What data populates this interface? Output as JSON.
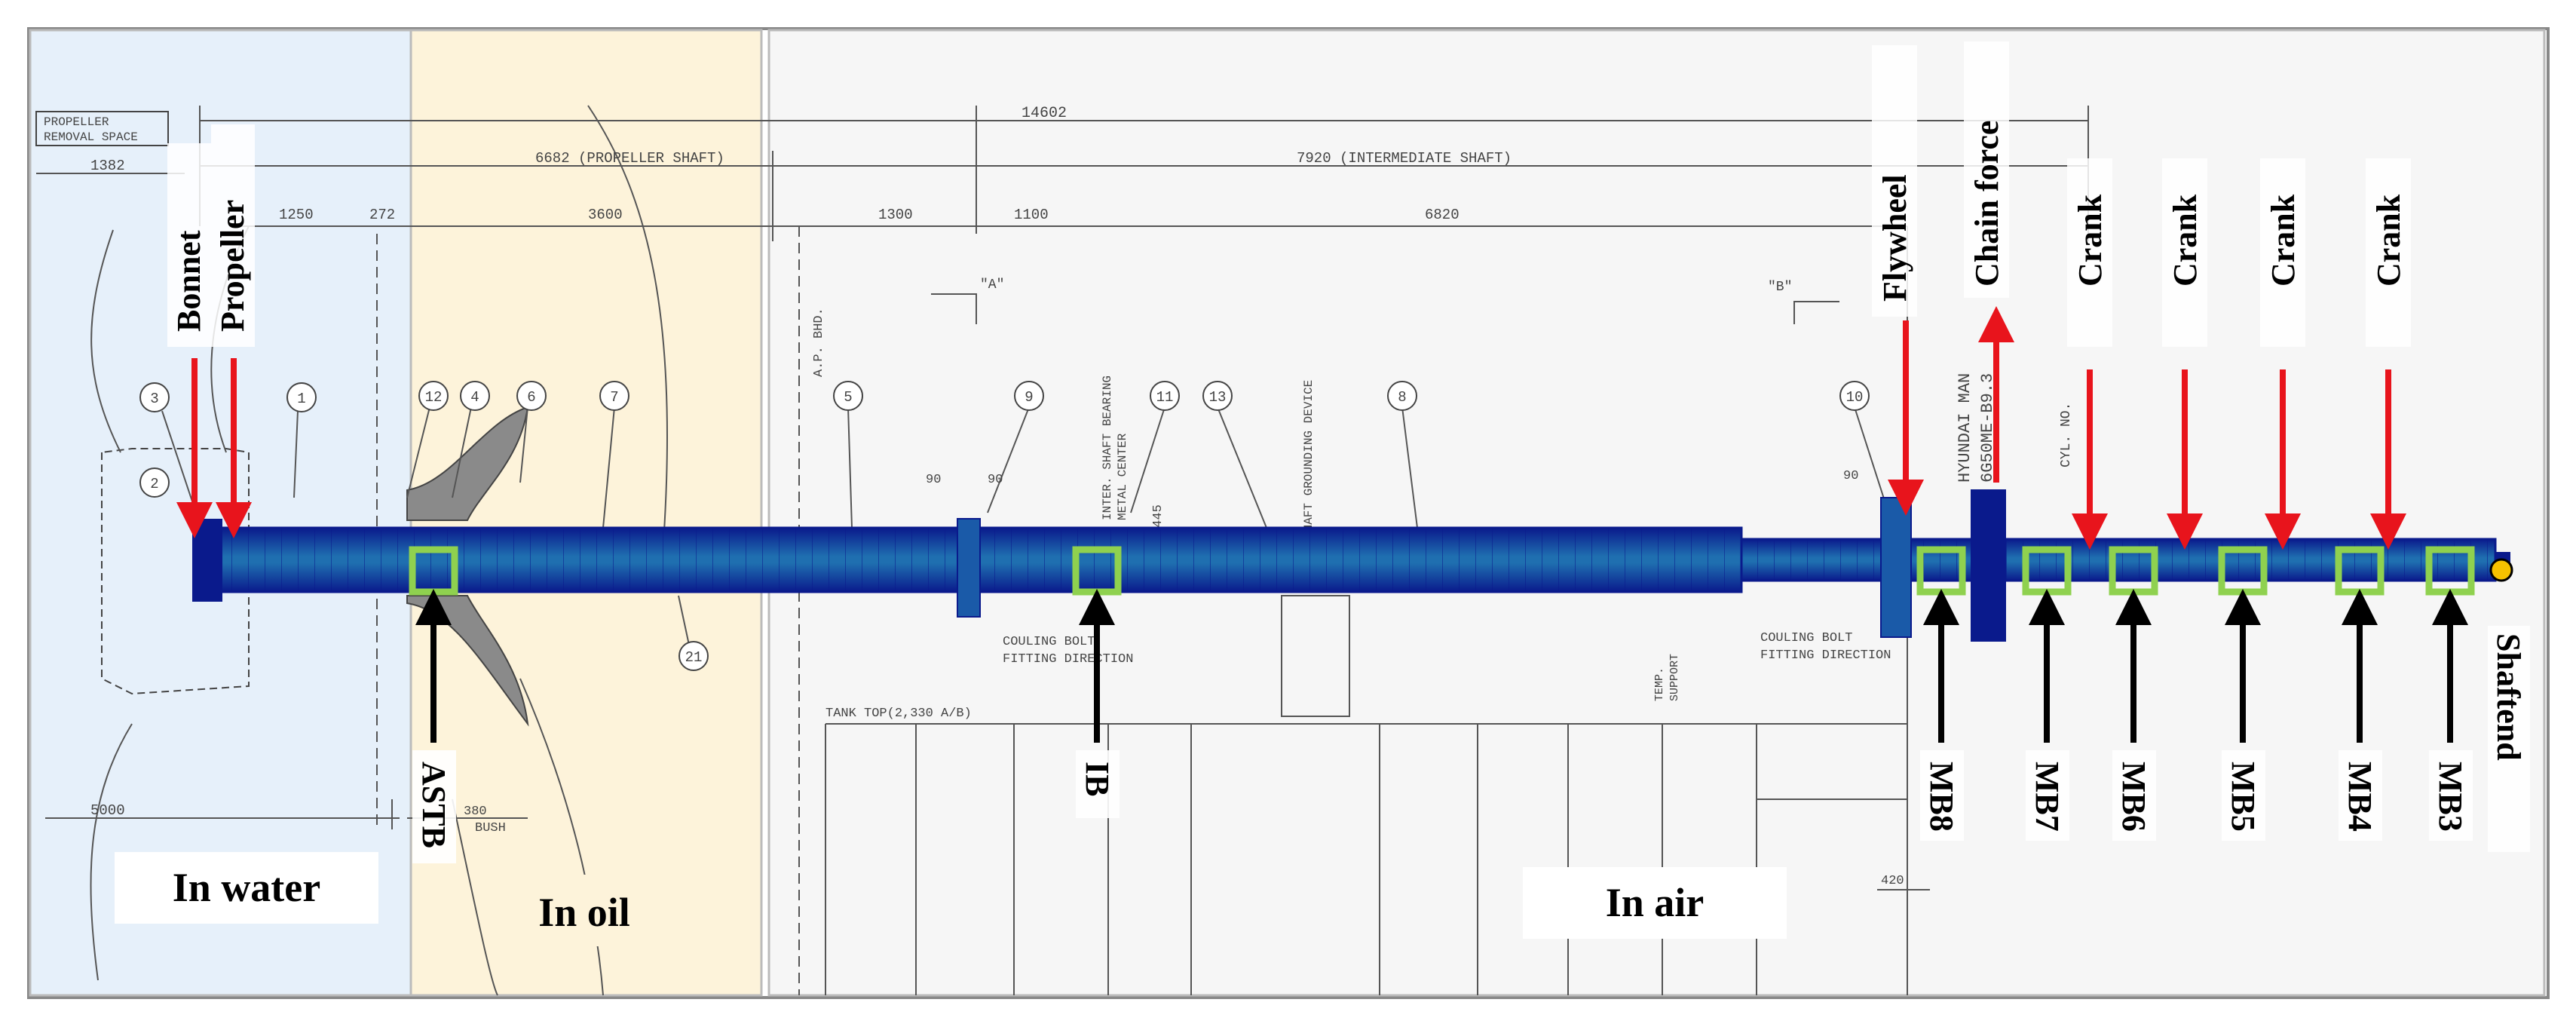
{
  "zones": {
    "water": "In water",
    "oil": "In oil",
    "air": "In air"
  },
  "loads": {
    "bonnet": "Bonnet",
    "propeller": "Propeller",
    "flywheel": "Flywheel",
    "chain_force": "Chain force",
    "crank": "Crank"
  },
  "bearings": [
    "ASTB",
    "IB",
    "MB8",
    "MB7",
    "MB6",
    "MB5",
    "MB4",
    "MB3"
  ],
  "shaft_end": "Shaftend",
  "drawing": {
    "removal_space": [
      "PROPELLER",
      "REMOVAL SPACE"
    ],
    "dims": {
      "overall": "14602",
      "propeller_shaft": "6682 (PROPELLER SHAFT)",
      "intermediate_shaft": "7920 (INTERMEDIATE SHAFT)",
      "d1382": "1382",
      "d1250": "1250",
      "d272": "272",
      "d3600": "3600",
      "d1300": "1300",
      "d1100": "1100",
      "d6820": "6820",
      "d5000": "5000",
      "d380": "380",
      "bush": "BUSH",
      "d90a": "90",
      "d90b": "90",
      "d90c": "90",
      "d445": "Ø445",
      "d420": "420"
    },
    "callouts": [
      "3",
      "2",
      "1",
      "12",
      "4",
      "6",
      "7",
      "5",
      "9",
      "11",
      "13",
      "8",
      "10",
      "21"
    ],
    "notes": {
      "section_a": "\"A\"",
      "section_b": "\"B\"",
      "ap_bhd": "A.P. BHD.",
      "inter_bearing": [
        "INTER. SHAFT BEARING",
        "METAL CENTER"
      ],
      "grounding": "SHAFT GROUNDING DEVICE",
      "coupling_1": [
        "COULING BOLT",
        "FITTING DIRECTION"
      ],
      "coupling_2": [
        "COULING BOLT",
        "FITTING DIRECTION"
      ],
      "tank_top": "TANK TOP(2,330 A/B)",
      "temp_support": [
        "TEMP.",
        "SUPPORT"
      ],
      "engine": [
        "HYUNDAI MAN",
        "6G50ME-B9.3"
      ],
      "cyl_no": "CYL. NO."
    }
  },
  "colors": {
    "water_zone": "#e6f0fa",
    "oil_zone": "#fdf3da",
    "shaft": "#0a1a8c",
    "shaft_mesh": "#1a5aa8",
    "bearing_marker": "#8fd14f",
    "load_arrow": "#e8141c",
    "support_arrow": "#000000",
    "shaft_end_node": "#f5c200"
  }
}
